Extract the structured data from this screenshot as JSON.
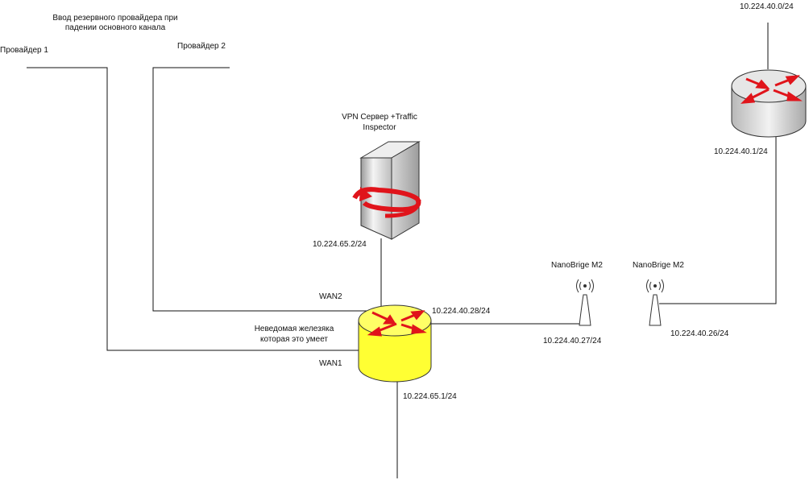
{
  "labels": {
    "backup_note_line1": "Ввод резервного провайдера при",
    "backup_note_line2": "падении основного канала",
    "provider1": "Провайдер 1",
    "provider2": "Провайдер 2",
    "vpn_line1": "VPN Сервер +Traffic",
    "vpn_line2": "Inspector",
    "vpn_ip": "10.224.65.2/24",
    "wan2": "WAN2",
    "wan1": "WAN1",
    "device_line1": "Неведомая железяка",
    "device_line2": "которая это умеет",
    "router_ip_lan": "10.224.40.28/24",
    "router_ip_bottom": "10.224.65.1/24",
    "nano_left_name": "NanoBrige M2",
    "nano_left_ip": "10.224.40.27/24",
    "nano_right_name": "NanoBrige M2",
    "nano_right_ip": "10.224.40.26/24",
    "remote_net": "10.224.40.0/24",
    "remote_router_ip": "10.224.40.1/24"
  },
  "colors": {
    "line": "#111111",
    "arrow": "#e0141b",
    "router_yellow": "#ffff33",
    "router_gray": "#dcdcdc",
    "server_gray": "#cfcfcf"
  }
}
